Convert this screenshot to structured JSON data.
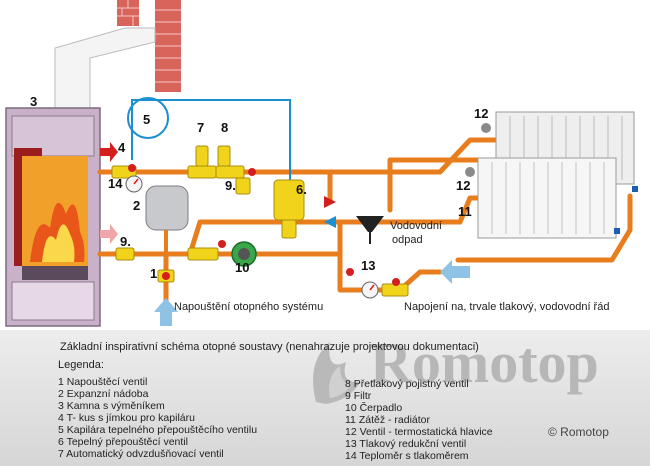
{
  "labels": {
    "n1": "1",
    "n2": "2",
    "n3": "3",
    "n4": "4",
    "n5": "5",
    "n6": "6.",
    "n7": "7",
    "n8": "8",
    "n9a": "9.",
    "n9b": "9.",
    "n10": "10",
    "n11": "11",
    "n12a": "12",
    "n12b": "12",
    "n13": "13",
    "n14": "14"
  },
  "captions": {
    "drain_line1": "Vodovodní",
    "drain_line2": "odpad",
    "fill_system": "Napouštění otopného systému",
    "water_connection": "Napojení na, trvale tlakový, vodovodní řád"
  },
  "panel": {
    "title": "Základní inspirativní schéma otopné soustavy (nenahrazuje projektovou dokumentaci)",
    "legend_heading": "Legenda:",
    "legend_left": [
      "1 Napouštěcí ventil",
      "2 Expanzní nádoba",
      "3 Kamna s výměníkem",
      "4 T- kus s jímkou pro kapiláru",
      "5 Kapilára tepelného přepouštěcího ventilu",
      "6 Tepelný přepouštěcí ventil",
      "7 Automatický odvzdušňovací ventil"
    ],
    "legend_right": [
      "8 Přetlakový pojistný ventil",
      "9 Filtr",
      "10 Čerpadlo",
      "11 Zátěž - radiátor",
      "12 Ventil - termostatická hlavice",
      "13 Tlakový redukční ventil",
      "14 Teploměr s tlakoměrem"
    ],
    "brand": "Romotop",
    "copyright": "© Romotop"
  },
  "colors": {
    "pipe": "#e87d1e",
    "capillary": "#1c8fd1",
    "fitting": "#f2d31b",
    "valve": "#d41f1f",
    "arrow_in": "#8fc3e6",
    "stove": "#c9b2c9"
  }
}
